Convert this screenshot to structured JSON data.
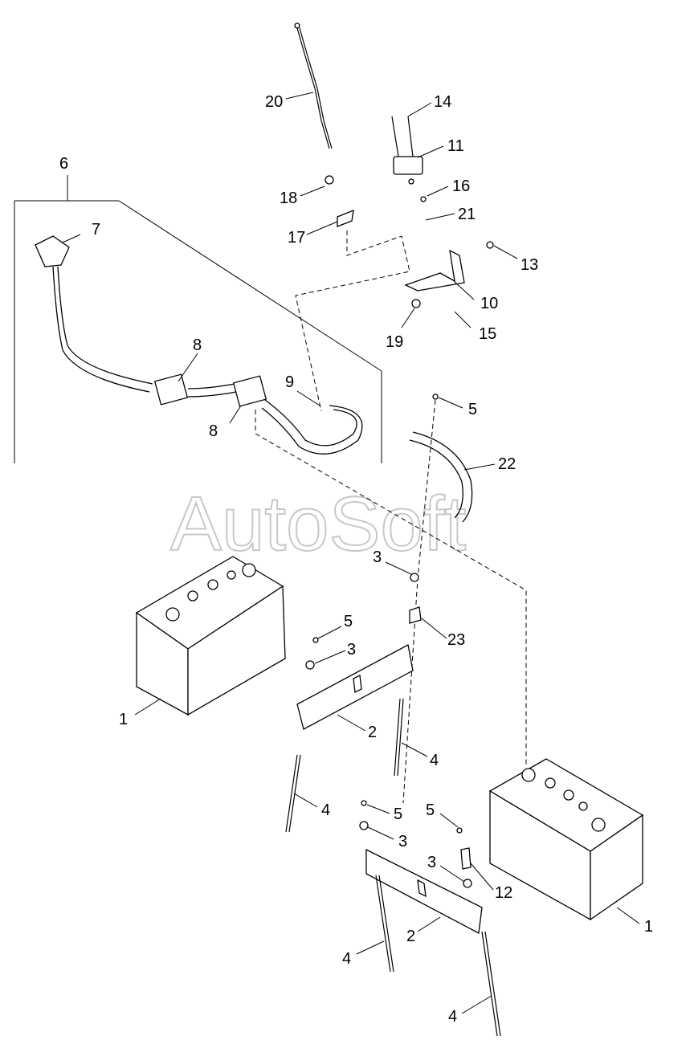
{
  "watermark": "AutoSoft",
  "callouts": [
    "1",
    "1",
    "2",
    "2",
    "3",
    "3",
    "3",
    "3",
    "4",
    "4",
    "4",
    "4",
    "5",
    "5",
    "5",
    "5",
    "6",
    "7",
    "8",
    "8",
    "9",
    "10",
    "11",
    "12",
    "13",
    "14",
    "15",
    "16",
    "17",
    "18",
    "19",
    "20",
    "21",
    "22",
    "23"
  ]
}
